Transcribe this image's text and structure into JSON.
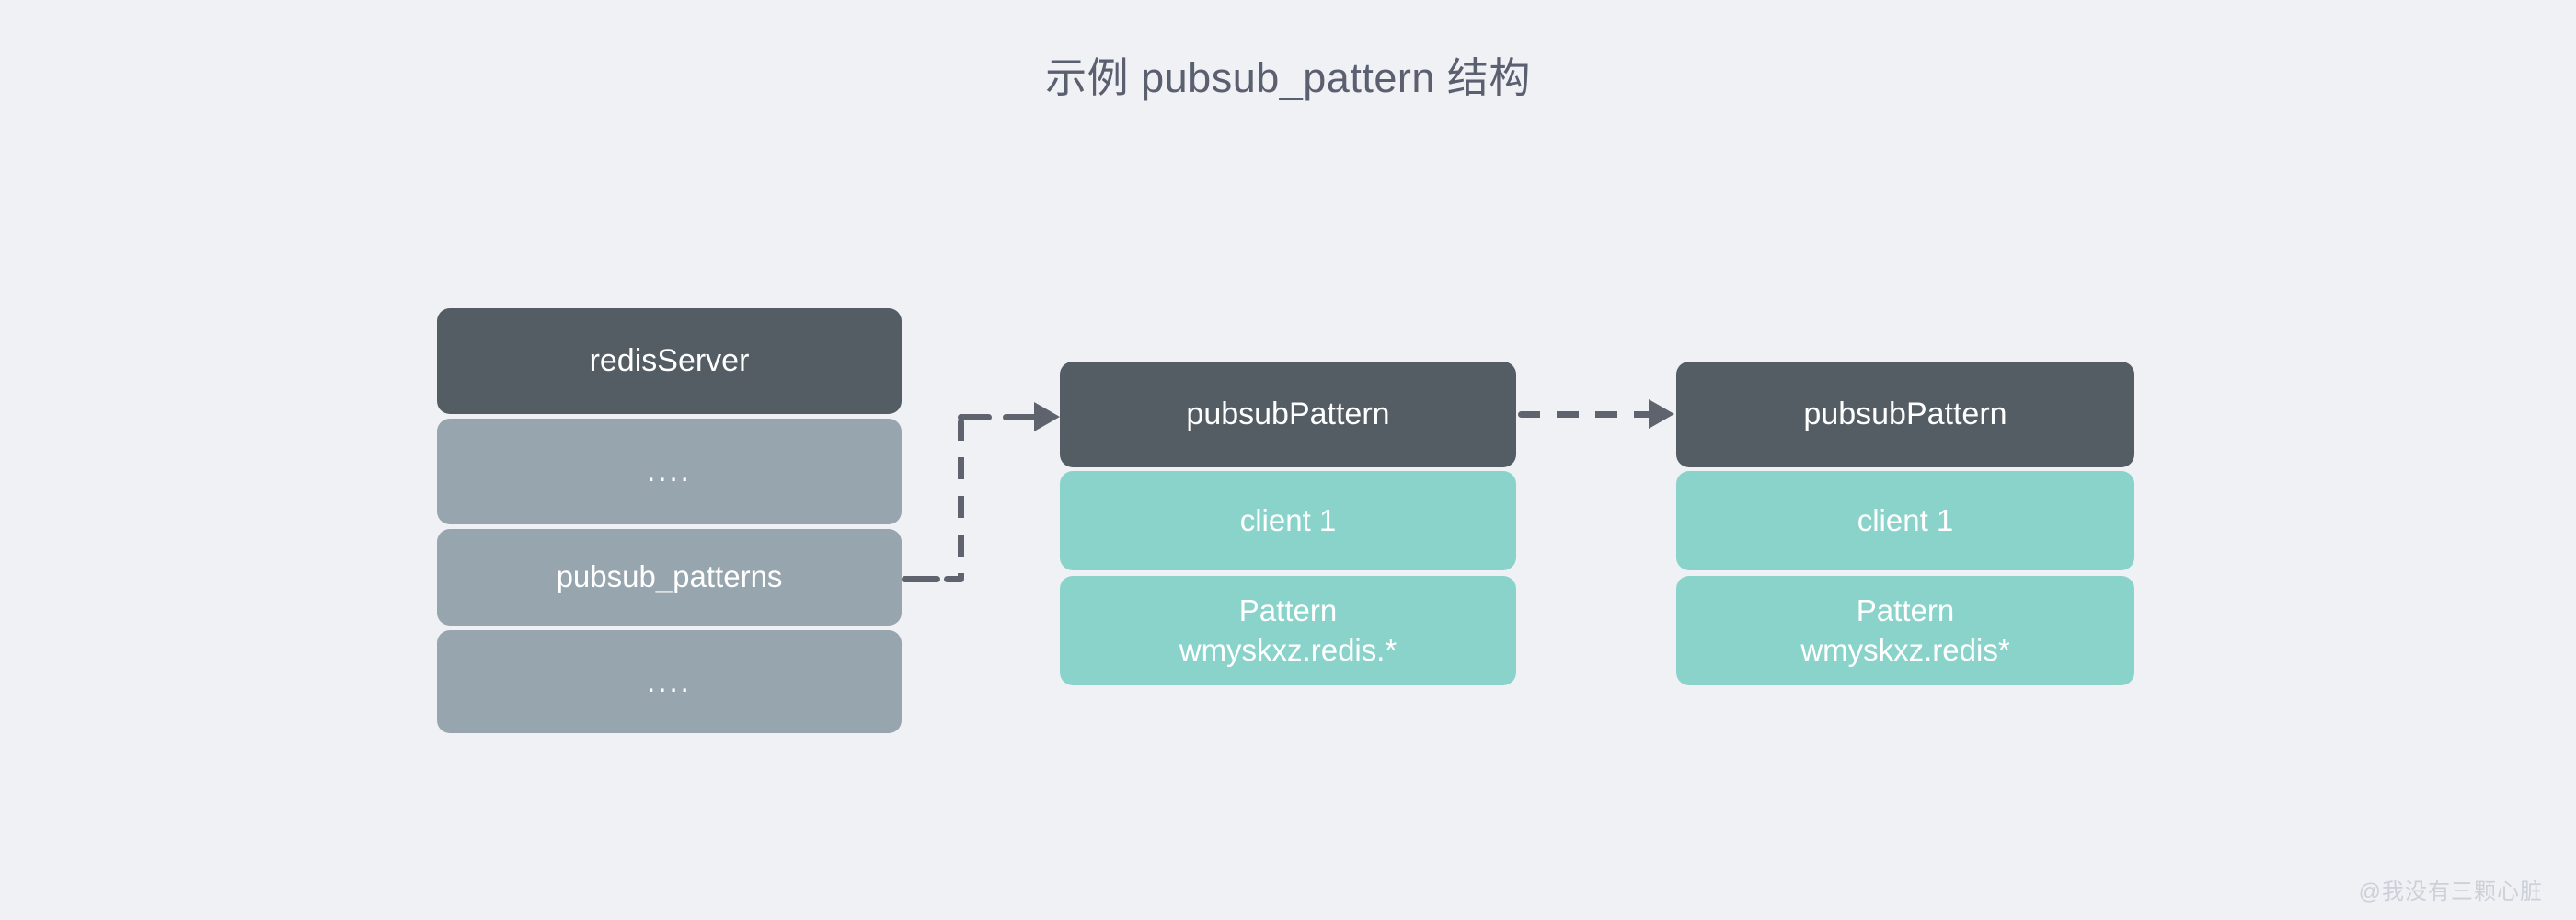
{
  "title": "示例 pubsub_pattern 结构",
  "watermark": "@我没有三颗心脏",
  "colors": {
    "background": "#f0f1f5",
    "header_dark": "#555d64",
    "row_gray": "#96a5ae",
    "row_teal": "#8ad3cb",
    "connector": "#5f636e",
    "title_text": "#5b6070",
    "row_text": "#ffffff",
    "watermark_text": "#ccd0d9"
  },
  "nodes": {
    "redis_server": {
      "header": "redisServer",
      "rows": [
        {
          "label": "....",
          "kind": "gray"
        },
        {
          "label": "pubsub_patterns",
          "kind": "gray"
        },
        {
          "label": "....",
          "kind": "gray"
        }
      ]
    },
    "pubsub_pattern_1": {
      "header": "pubsubPattern",
      "rows": [
        {
          "label": "client 1",
          "kind": "teal"
        },
        {
          "label": "Pattern\nwmyskxz.redis.*",
          "kind": "teal"
        }
      ]
    },
    "pubsub_pattern_2": {
      "header": "pubsubPattern",
      "rows": [
        {
          "label": "client 1",
          "kind": "teal"
        },
        {
          "label": "Pattern\nwmyskxz.redis*",
          "kind": "teal"
        }
      ]
    }
  },
  "connectors": [
    {
      "name": "pubsub-patterns-to-pattern-1",
      "from": "redis_server.pubsub_patterns",
      "to": "pubsub_pattern_1.header",
      "style": "dashed",
      "arrow": "end"
    },
    {
      "name": "pattern-1-to-pattern-2",
      "from": "pubsub_pattern_1.header",
      "to": "pubsub_pattern_2.header",
      "style": "dashed",
      "arrow": "end"
    }
  ]
}
